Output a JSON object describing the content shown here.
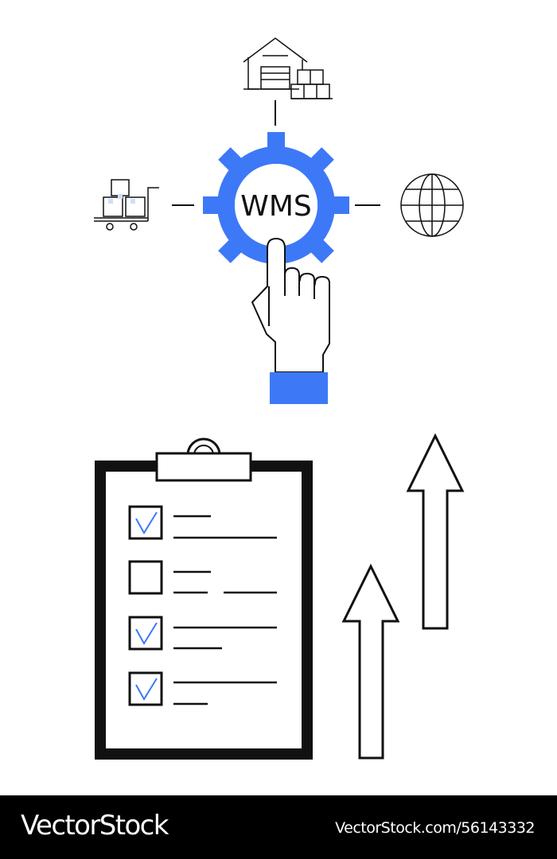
{
  "gear_label": "WMS",
  "accent_color": "#3d79f7",
  "icons": [
    "warehouse-icon",
    "hand-truck-icon",
    "globe-icon",
    "gear-icon",
    "pointing-hand-icon",
    "clipboard-icon",
    "up-arrow-icon"
  ],
  "checklist": {
    "items": [
      {
        "checked": true
      },
      {
        "checked": false
      },
      {
        "checked": true
      },
      {
        "checked": true
      }
    ]
  },
  "footer": {
    "brand": "VectorStock",
    "image_id": "VectorStock.com/56143332"
  }
}
